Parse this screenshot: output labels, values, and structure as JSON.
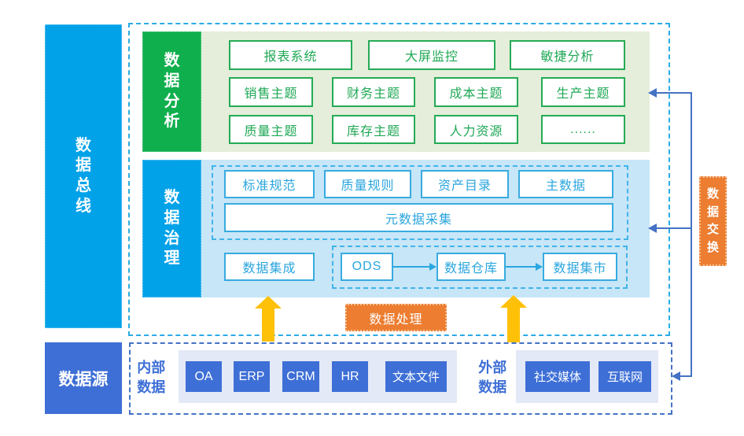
{
  "bus": {
    "label": "数据总线"
  },
  "analysis": {
    "label": "数据分析",
    "row1": [
      "报表系统",
      "大屏监控",
      "敏捷分析"
    ],
    "row2": [
      "销售主题",
      "财务主题",
      "成本主题",
      "生产主题"
    ],
    "row3": [
      "质量主题",
      "库存主题",
      "人力资源",
      "......"
    ]
  },
  "governance": {
    "label": "数据治理",
    "standards": [
      "标准规范",
      "质量规则",
      "资产目录",
      "主数据"
    ],
    "metadata": "元数据采集",
    "integration": "数据集成",
    "flow": [
      "ODS",
      "数据仓库",
      "数据集市"
    ]
  },
  "process": {
    "label": "数据处理"
  },
  "exchange": {
    "label": "数据交换"
  },
  "source": {
    "label": "数据源",
    "internal": {
      "label": "内部数据",
      "items": [
        "OA",
        "ERP",
        "CRM",
        "HR",
        "文本文件"
      ]
    },
    "external": {
      "label": "外部数据",
      "items": [
        "社交媒体",
        "互联网"
      ]
    }
  },
  "colors": {
    "cyan_blue": "#02A2E9",
    "green": "#10AF4E",
    "light_green_bg": "#E4EEDA",
    "light_blue_bg": "#C7E6F7",
    "royal_blue": "#3E6FD6",
    "lavender_bg": "#E4E9F7",
    "orange": "#EC7D31",
    "yellow": "#FFC008",
    "connector_blue": "#4472C4",
    "green_box_border": "#24AB55",
    "blue_box_border": "#38ABE0"
  }
}
